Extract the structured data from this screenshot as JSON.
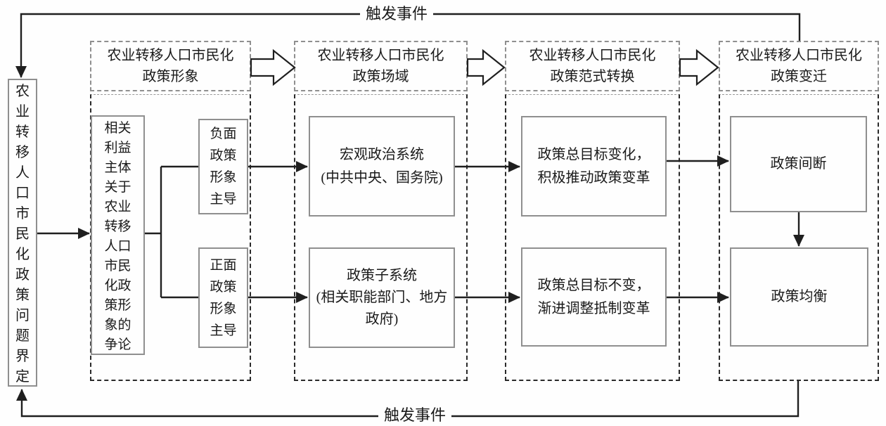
{
  "figure": {
    "trigger_top": "触发事件",
    "trigger_bottom": "触发事件",
    "problem_box": "农\n业\n转\n移\n人\n口\n市\n民\n化\n政\n策\n问\n题\n界\n定",
    "stages": [
      {
        "title": "农业转移人口市民化\n政策形象",
        "items": [
          {
            "text": "相关\n利益\n主体\n关于\n农业\n转移\n人口\n市民\n化政\n策形\n象的\n争论"
          },
          {
            "text": "负面\n政策\n形象\n主导"
          },
          {
            "text": "正面\n政策\n形象\n主导"
          }
        ]
      },
      {
        "title": "农业转移人口市民化\n政策场域",
        "items": [
          {
            "text": "宏观政治系统\n(中共中央、国务院)"
          },
          {
            "text": "政策子系统\n(相关职能部门、地方\n政府)"
          }
        ]
      },
      {
        "title": "农业转移人口市民化\n政策范式转换",
        "items": [
          {
            "text": "政策总目标变化，\n积极推动政策变革"
          },
          {
            "text": "政策总目标不变，\n渐进调整抵制变革"
          }
        ]
      },
      {
        "title": "农业转移人口市民化\n政策变迁",
        "items": [
          {
            "text": "政策间断"
          },
          {
            "text": "政策均衡"
          }
        ]
      }
    ],
    "colors": {
      "line": "#1f1f1f",
      "box_border": "#8f8f8f",
      "container_dash": "#2a2a2a",
      "header_dash": "#8f8f8f",
      "background": "#fefefe"
    }
  }
}
